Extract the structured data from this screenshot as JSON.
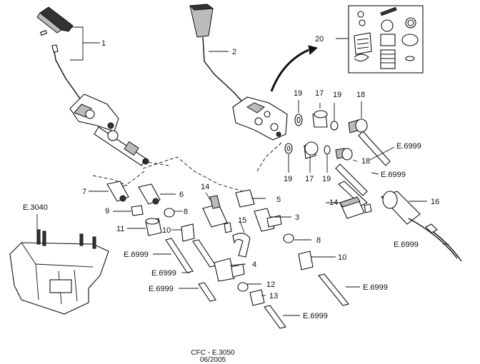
{
  "labels": {
    "l1": "1",
    "l2": "2",
    "l3": "3",
    "l4": "4",
    "l5": "5",
    "l6": "6",
    "l7": "7",
    "l8a": "8",
    "l8b": "8",
    "l9": "9",
    "l10a": "10",
    "l10b": "10",
    "l11": "11",
    "l12": "12",
    "l13": "13",
    "l14a": "14",
    "l14b": "14",
    "l15": "15",
    "l16": "16",
    "l17a": "17",
    "l17b": "17",
    "l18a": "18",
    "l18b": "18",
    "l19a": "19",
    "l19b": "19",
    "l19c": "19",
    "l19d": "19",
    "l20": "20",
    "e3040": "E.3040",
    "e6999_a": "E.6999",
    "e6999_b": "E.6999",
    "e6999_c": "E.6999",
    "e6999_d": "E.6999",
    "e6999_e": "E.6999",
    "e6999_f": "E.6999",
    "e6999_g": "E.6999",
    "e6999_h": "E.6999"
  },
  "footer": {
    "code": "CFC - E.3050",
    "date": "06/2005"
  }
}
